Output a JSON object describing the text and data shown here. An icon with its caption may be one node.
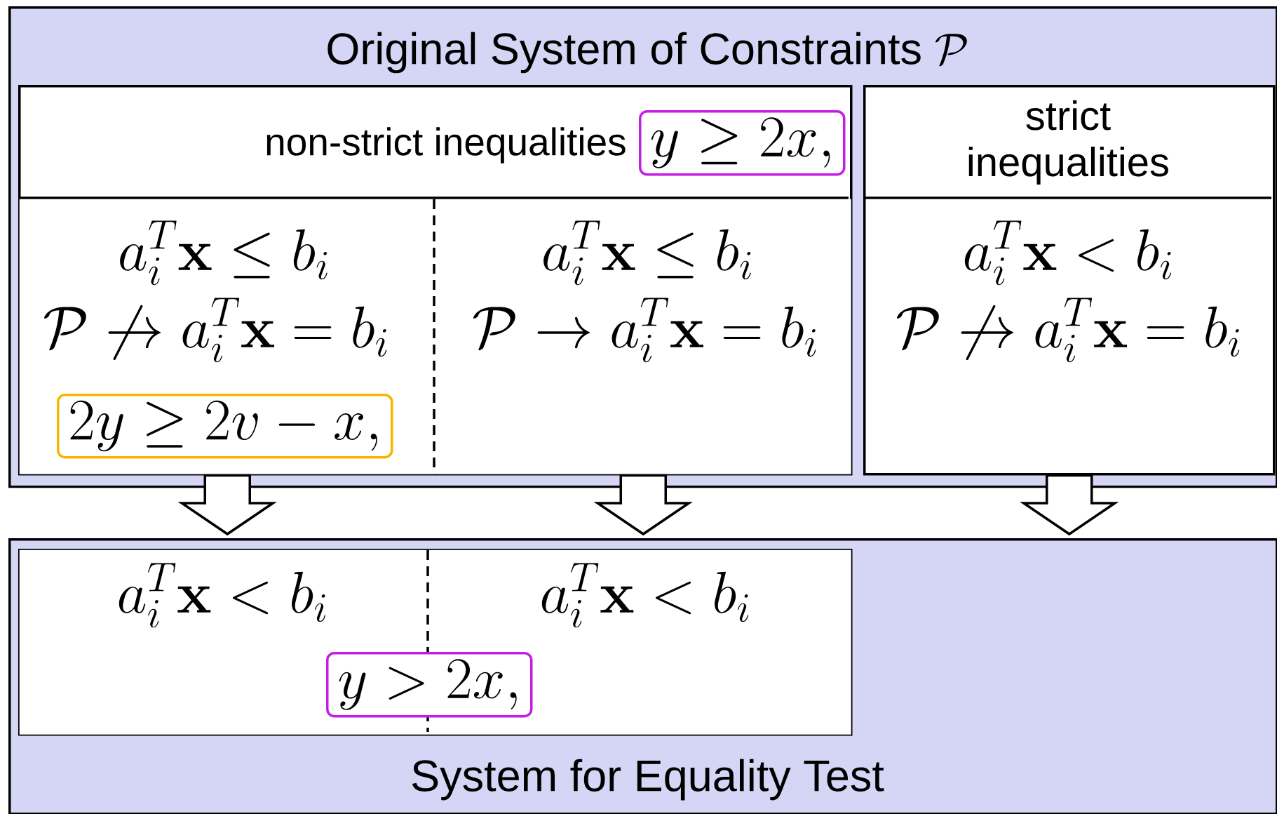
{
  "diagram": {
    "nodes": [
      {
        "text": [
          "Original System of Constraints",
          "\\mathcal{P}"
        ]
      },
      {
        "text": [
          "non-strict inequalities"
        ],
        "in": 0
      },
      {
        "text": [
          "y \\geq 2x,"
        ],
        "in": 1
      },
      {
        "text": [
          "a_i^T\\mathbf{x} \\leq b_i",
          "\\mathcal{P} \\not\\rightarrow a_i^T\\mathbf{x} = b_i"
        ],
        "in": 1
      },
      {
        "text": [
          "2y \\geq 2v - x,"
        ],
        "in": 3
      },
      {
        "text": [
          "a_i^T\\mathbf{x} \\leq b_i",
          "\\mathcal{P} \\rightarrow a_i^T\\mathbf{x} = b_i"
        ],
        "in": 1
      },
      {
        "text": [
          "strict inequalities",
          "a_i^T\\mathbf{x} < b_i",
          "\\mathcal{P} \\not\\to a_i^T\\mathbf{x} = b_i"
        ],
        "in": 0
      },
      {
        "text": [
          "System for Equality Test"
        ]
      },
      {
        "text": [],
        "shape": "box",
        "in": 7
      },
      {
        "text": [
          "a_i^T\\mathbf{x} < b_i"
        ],
        "in": 8
      },
      {
        "text": [
          "a_i^T\\mathbf{x} < b_i"
        ],
        "in": 8
      },
      {
        "text": [
          "y > 2x,"
        ],
        "in": 8
      }
    ],
    "edges": [
      {
        "from": 3,
        "to": 9,
        "arrow": "to"
      },
      {
        "from": 5,
        "to": 10,
        "arrow": "to"
      },
      {
        "from": 6,
        "to": 7,
        "arrow": "to"
      }
    ]
  }
}
